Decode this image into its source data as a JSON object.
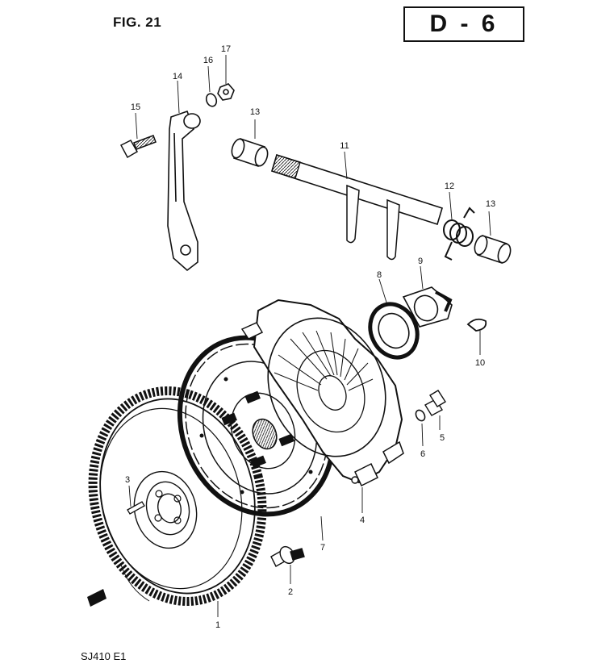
{
  "figure": {
    "title": "FIG. 21",
    "section_code": "D - 6",
    "model_code": "SJ410  E1"
  },
  "colors": {
    "ink": "#111111",
    "paper": "#ffffff",
    "shade": "#2a2a2a"
  },
  "callouts": [
    "1",
    "2",
    "3",
    "4",
    "5",
    "6",
    "7",
    "8",
    "9",
    "10",
    "11",
    "12",
    "13",
    "13",
    "14",
    "15",
    "16",
    "17"
  ],
  "parts": {
    "flywheel": "1",
    "flywheel-bolt": "2",
    "dowel-pin": "3",
    "clutch-cover": "4",
    "cover-bolt": "5",
    "washer": "6",
    "clutch-disc": "7",
    "release-bearing": "8",
    "bearing-hub": "9",
    "clip": "10",
    "release-shaft": "11",
    "return-spring": "12",
    "bushing": "13",
    "release-lever": "14",
    "lever-bolt": "15",
    "lever-washer": "16",
    "lever-nut": "17"
  }
}
